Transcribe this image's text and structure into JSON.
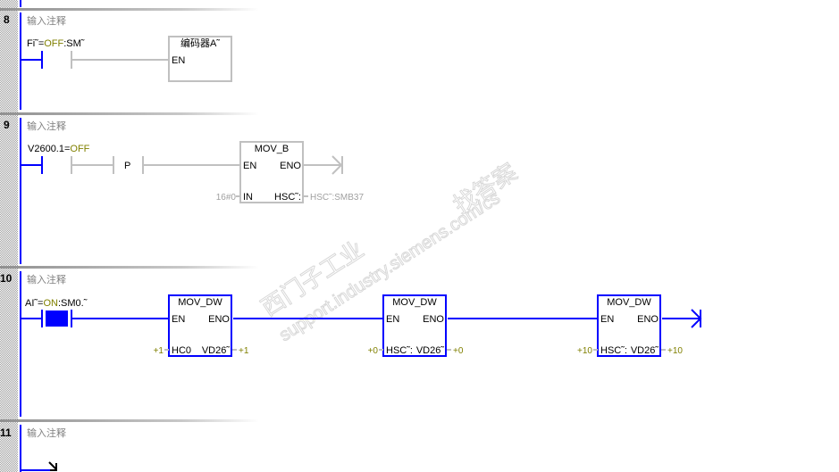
{
  "networks": [
    {
      "number": "8",
      "comment": "输入注释",
      "contact_name": "Fi˜=",
      "contact_state": "OFF",
      "contact_addr": ":SM˜",
      "box_title": "编码器A˜",
      "en": "EN"
    },
    {
      "number": "9",
      "comment": "输入注释",
      "contact_name": "V2600.1=",
      "contact_state": "OFF",
      "edge": "P",
      "box_title": "MOV_B",
      "en": "EN",
      "eno": "ENO",
      "in_label": "IN",
      "out_label": "HSC˜:",
      "in_value": "16#0",
      "out_value": "HSC˜:SMB37"
    },
    {
      "number": "10",
      "comment": "输入注释",
      "contact_name": "AI˜=",
      "contact_state": "ON",
      "contact_addr": ":SM0.˜",
      "boxes": [
        {
          "title": "MOV_DW",
          "en": "EN",
          "eno": "ENO",
          "in_label": "HC0",
          "out_label": "VD26˜",
          "in_value": "+1",
          "out_value": "+1"
        },
        {
          "title": "MOV_DW",
          "en": "EN",
          "eno": "ENO",
          "in_label": "HSC˜:",
          "out_label": "VD26˜",
          "in_value": "+0",
          "out_value": "+0"
        },
        {
          "title": "MOV_DW",
          "en": "EN",
          "eno": "ENO",
          "in_label": "HSC˜:",
          "out_label": "VD26˜",
          "in_value": "+10",
          "out_value": "+10"
        }
      ]
    },
    {
      "number": "11",
      "comment": "输入注释"
    }
  ],
  "watermark": {
    "line1": "西门子工业",
    "line2": "support.industry.siemens.com/cs",
    "line3": "找答案"
  },
  "colors": {
    "energized": "#0000ff",
    "inactive": "#c0c0c0",
    "value": "#808000"
  }
}
